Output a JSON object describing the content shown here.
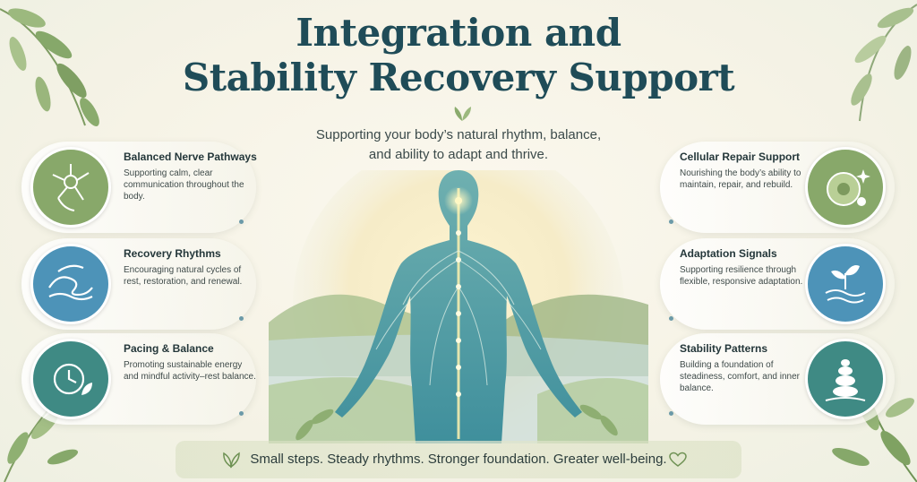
{
  "header": {
    "title_line1": "Integration and",
    "title_line2": "Stability Recovery Support",
    "subtitle_line1": "Supporting your body’s natural rhythm, balance,",
    "subtitle_line2": "and ability to adapt and thrive."
  },
  "left_cards": [
    {
      "title": "Balanced Nerve Pathways",
      "desc": "Supporting calm, clear communication throughout the body.",
      "icon": "neuron-icon",
      "color": "#88a86a"
    },
    {
      "title": "Recovery Rhythms",
      "desc": "Encouraging natural cycles of rest, restoration, and renewal.",
      "icon": "wave-icon",
      "color": "#4d93b8"
    },
    {
      "title": "Pacing & Balance",
      "desc": "Promoting sustainable energy and mindful activity–rest balance.",
      "icon": "clock-leaf-icon",
      "color": "#3f8a84"
    }
  ],
  "right_cards": [
    {
      "title": "Cellular Repair Support",
      "desc": "Nourishing the body’s ability to maintain, repair, and rebuild.",
      "icon": "cell-icon",
      "color": "#88a86a"
    },
    {
      "title": "Adaptation Signals",
      "desc": "Supporting resilience through flexible, responsive adaptation.",
      "icon": "sprout-water-icon",
      "color": "#4d93b8"
    },
    {
      "title": "Stability Patterns",
      "desc": "Building a foundation of steadiness, comfort, and inner balance.",
      "icon": "stacked-stones-icon",
      "color": "#3f8a84"
    }
  ],
  "footer": {
    "text": "Small steps. Steady rhythms. Stronger foundation. Greater well-being.",
    "left_icon": "leaf-icon",
    "right_icon": "heart-icon"
  }
}
